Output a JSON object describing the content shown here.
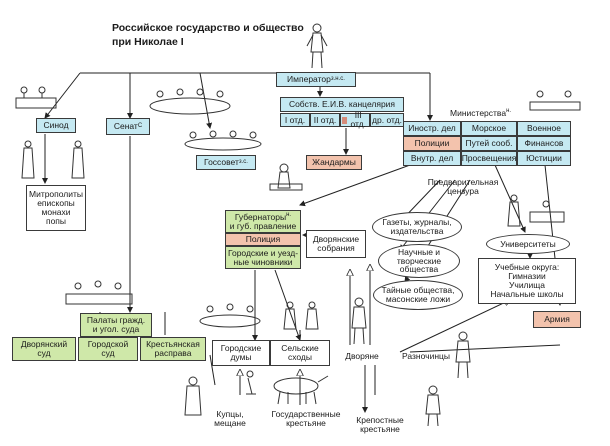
{
  "title": "Российское государство и общество\nпри Николае I",
  "emperor": "Император",
  "emperor_note": "з.н.с.",
  "chancery": {
    "name": "Собств. Е.И.В. канцелярия",
    "dept1": "I отд.",
    "dept2": "II отд.",
    "dept3": "III отд.",
    "dept_more": "др. отд."
  },
  "gendarmes": "Жандармы",
  "synod": "Синод",
  "senate": "Сенат",
  "senate_note": "С",
  "gossovet": "Госсовет",
  "gossovet_note": "з.с.",
  "ministries_label": "Министерства",
  "ministries_note": "н.",
  "ministries": [
    [
      "Иностр. дел",
      "Морское",
      "Военное"
    ],
    [
      "Полиции",
      "Путей сооб.",
      "Финансов"
    ],
    [
      "Внутр. дел",
      "Просвещения",
      "Юстиции"
    ]
  ],
  "clergy": "Митрополиты\nепископы\nмонахи\nпопы",
  "governors": "Губернаторы",
  "governors_note": "н.",
  "governors_line2": "и губ. правление",
  "police": "Полиция",
  "city_officials": "Городские и уезд-\nные чиновники",
  "censorship": "Предварительная\nцензура",
  "newspapers": "Газеты, журналы,\nиздательства",
  "scientific": "Научные и\nтворческие\nобщества",
  "secret": "Тайные общества,\nмасонские ложи",
  "universities": "Университеты",
  "districts": "Учебные округа:\nГимназии\nУчилища\nНачальные школы",
  "army": "Армия",
  "noble_assemblies": "Дворянские\nсобрания",
  "chambers": "Палаты гражд.\nи угол. суда",
  "courts": [
    "Дворянский\nсуд",
    "Городской\nсуд",
    "Крестьянская\nрасправа"
  ],
  "city_dumas": "Городские\nдумы",
  "rural": "Сельские\nсходы",
  "nobles": "Дворяне",
  "raznochintsy": "Разночинцы",
  "merchants": "Купцы,\nмещане",
  "state_peasants": "Государственные\nкрестьяне",
  "serfs": "Крепостные\nкрестьяне",
  "colors": {
    "cyan": "#c5e9f2",
    "green": "#cfe8a9",
    "pink": "#f3c3ad",
    "border": "#3a3a3a"
  }
}
